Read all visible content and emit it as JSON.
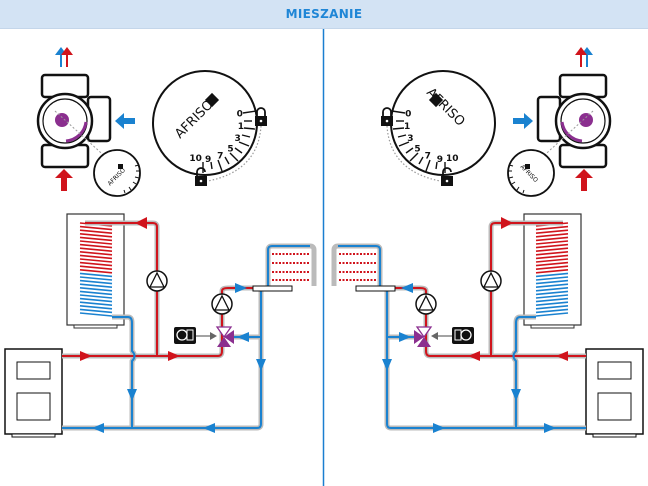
{
  "header": {
    "title": "MIESZANIE"
  },
  "dial": {
    "brand": "AFRISO",
    "scale": [
      "0",
      "1",
      "3",
      "5",
      "7",
      "9",
      "10"
    ]
  },
  "colors": {
    "hot": "#d0141c",
    "cold": "#1a82d0",
    "valve": "#8b2f8f",
    "header_bg": "#d3e3f4",
    "divider": "#1a7fd0"
  },
  "icons": [
    "arrow-up-icon",
    "arrow-left-icon",
    "lock-icon",
    "unlock-icon",
    "pump-icon",
    "actuator-icon",
    "mixing-valve-icon"
  ]
}
